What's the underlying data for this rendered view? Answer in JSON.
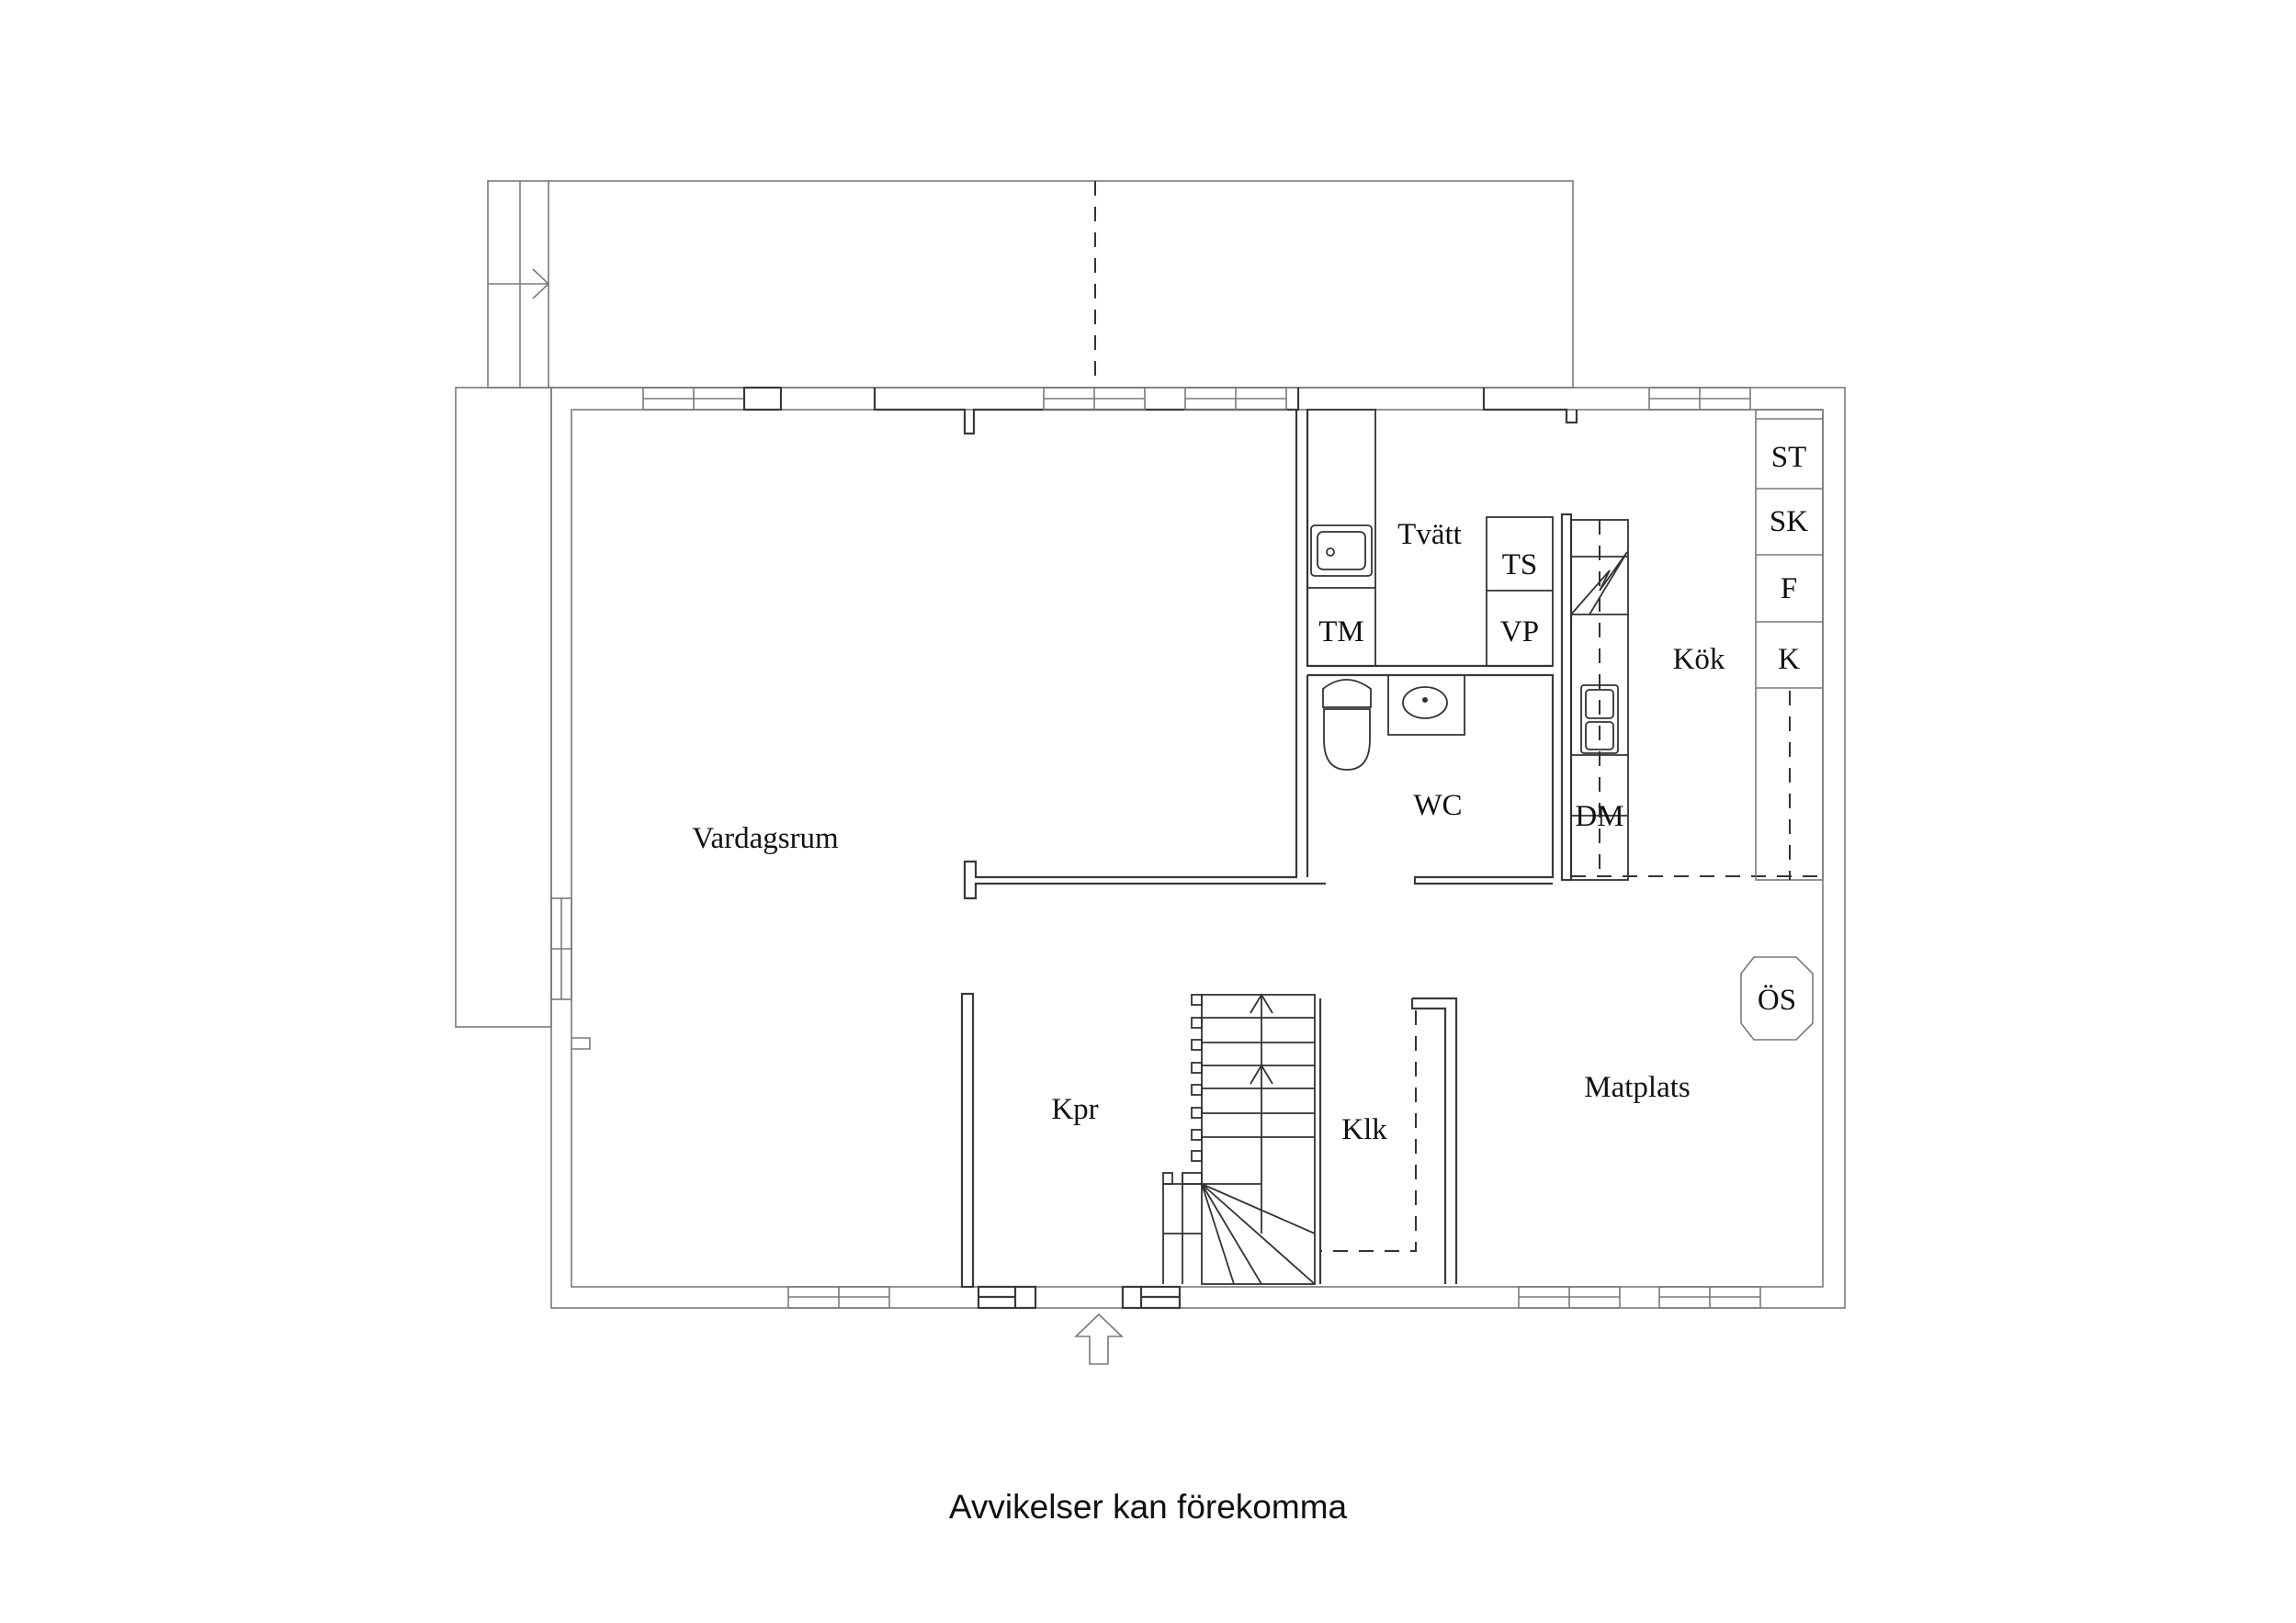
{
  "plan": {
    "rooms": {
      "vardagsrum": "Vardagsrum",
      "tvatt": "Tvätt",
      "wc": "WC",
      "kok": "Kök",
      "kpr": "Kpr",
      "klk": "Klk",
      "matplats": "Matplats"
    },
    "appliances": {
      "tm": "TM",
      "ts": "TS",
      "vp": "VP",
      "dm": "DM",
      "st": "ST",
      "sk": "SK",
      "f": "F",
      "k": "K",
      "os": "ÖS"
    },
    "symbols": [
      "entrance-arrow-icon",
      "stair-direction-arrow-icon",
      "sink-icon",
      "toilet-icon",
      "washbasin-icon",
      "double-sink-icon",
      "stove-break-icon",
      "balcony-door-arrow-icon"
    ]
  },
  "caption": "Avvikelser kan förekomma"
}
